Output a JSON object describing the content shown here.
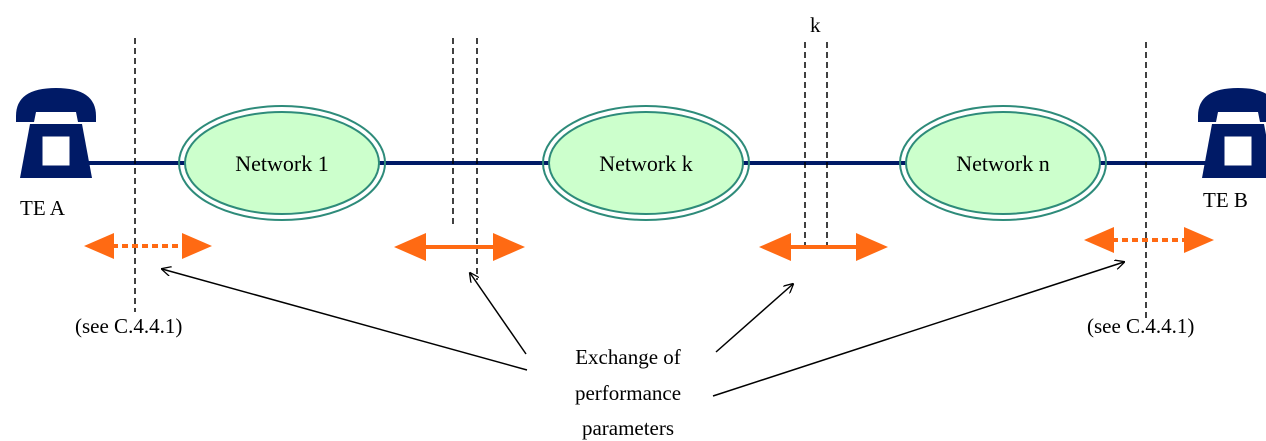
{
  "colors": {
    "line": "#001a66",
    "network_fill": "#ccffcc",
    "network_stroke": "#2e8b7a",
    "arrow": "#ff6a13",
    "phone": "#001a66"
  },
  "terminals": {
    "a": {
      "label": "TE A",
      "icon": "telephone-icon"
    },
    "b": {
      "label": "TE B",
      "icon": "telephone-icon"
    }
  },
  "networks": [
    {
      "label": "Network 1"
    },
    {
      "label": "Network k"
    },
    {
      "label": "Network n"
    }
  ],
  "boundary_label": "k",
  "see_left": "(see C.4.4.1)",
  "see_right": "(see C.4.4.1)",
  "caption": [
    "Exchange of",
    "performance",
    "parameters"
  ]
}
